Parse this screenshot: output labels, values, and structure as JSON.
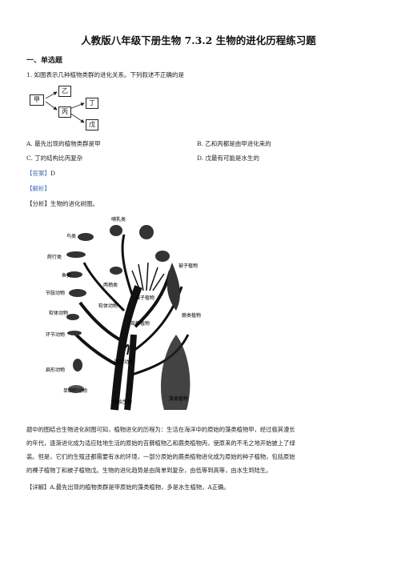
{
  "document": {
    "title": "人教版八年级下册生物 7.3.2 生物的进化历程练习题",
    "section": "一、单选题",
    "question": "1. 如图表示几种植物类群的进化关系。下列叙述不正确的是",
    "diagram": {
      "jia": "甲",
      "yi": "乙",
      "bing": "丙",
      "ding": "丁",
      "wu": "戊"
    },
    "options": {
      "a": "A. 最先出现的植物类群是甲",
      "b": "B. 乙和丙都是由甲进化来的",
      "c": "C. 丁的结构比丙复杂",
      "d": "D. 戊最有可能是水生的"
    },
    "answer_tag": "【答案】",
    "answer_value": "D",
    "analysis_tag": "【解析】",
    "analysis_intro": "【分析】生物的进化树图。",
    "tree_labels": {
      "mammals": "哺乳类",
      "birds": "鸟类",
      "reptiles": "爬行类",
      "fish": "鱼类",
      "arthropods": "节肢动物",
      "molluscs": "软体动物",
      "annelids": "环节动物",
      "flatworms": "扁形动物",
      "protozoa": "单细胞动物",
      "amphibians": "两栖类",
      "mollusc_branch": "软体动物",
      "angiosperms": "被子植物",
      "gymnosperms": "裸子植物",
      "ferns": "蕨类植物",
      "mosses": "苔藓植物",
      "coelenterates": "腔肠动物",
      "algae": "藻类植物",
      "origin": "原始生命"
    },
    "paragraph_lines": [
      "题中的图结合生物进化树图可知，植物进化的历程为：生活在海洋中的原始的藻类植物甲，经过极其漫长",
      "的年代，逐渐进化成为适应陆地生活的原始的苔藓植物乙和蕨类植物丙，使原来的不毛之地开始披上了绿",
      "装。但是，它们的生殖还都需要有水的环境，一部分原始的蕨类植物进化成为原始的种子植物，包括原始",
      "的裸子植物丁和被子植物戊。生物的进化趋势是由简单到复杂，由低等到高等，由水生到陆生。"
    ],
    "detail_tag": "【详解】",
    "detail_text": "A.最先出现的植物类群是甲原始的藻类植物，多是水生植物，A正确。"
  }
}
